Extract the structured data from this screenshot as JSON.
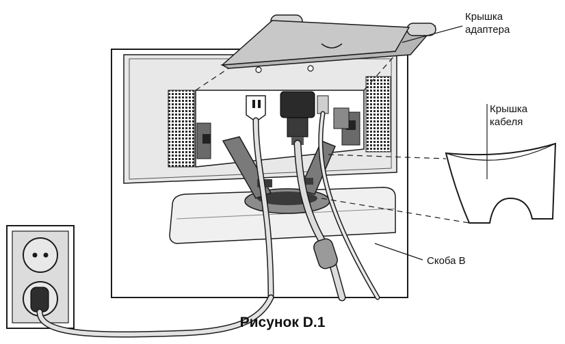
{
  "labels": {
    "adapter_cover": [
      "Крышка",
      "адаптера"
    ],
    "cable_cover": [
      "Крышка",
      "кабеля"
    ],
    "bracket": "Скоба В"
  },
  "caption": "Рисунок D.1",
  "colors": {
    "outline": "#1a1a1a",
    "light_gray": "#e6e6e6",
    "mid_gray": "#bdbdbd",
    "dark_gray": "#7a7a7a",
    "darkest": "#3a3a3a",
    "background": "#ffffff"
  }
}
